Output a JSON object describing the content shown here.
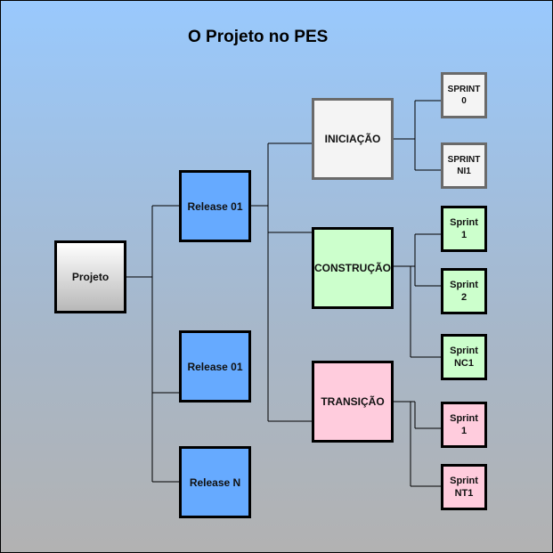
{
  "title": "O Projeto no PES",
  "colors": {
    "projeto_top": "#ffffff",
    "projeto_bottom": "#b8b8b8",
    "release": "#66aaff",
    "iniciacao": "#f4f4f4",
    "construcao": "#ccffcc",
    "transicao": "#ffccdd",
    "connector": "#000000"
  },
  "nodes": {
    "projeto": "Projeto",
    "release1": "Release 01",
    "release2": "Release 01",
    "releaseN": "Release N",
    "iniciacao": "INICIAÇÃO",
    "construcao": "CONSTRUÇÃO",
    "transicao": "TRANSIÇÃO",
    "sprint_0_l1": "SPRINT",
    "sprint_0_l2": "0",
    "sprint_ni1_l1": "SPRINT",
    "sprint_ni1_l2": "NI1",
    "sprint_c1_l1": "Sprint",
    "sprint_c1_l2": "1",
    "sprint_c2_l1": "Sprint",
    "sprint_c2_l2": "2",
    "sprint_nc1_l1": "Sprint",
    "sprint_nc1_l2": "NC1",
    "sprint_t1_l1": "Sprint",
    "sprint_t1_l2": "1",
    "sprint_nt1_l1": "Sprint",
    "sprint_nt1_l2": "NT1"
  }
}
